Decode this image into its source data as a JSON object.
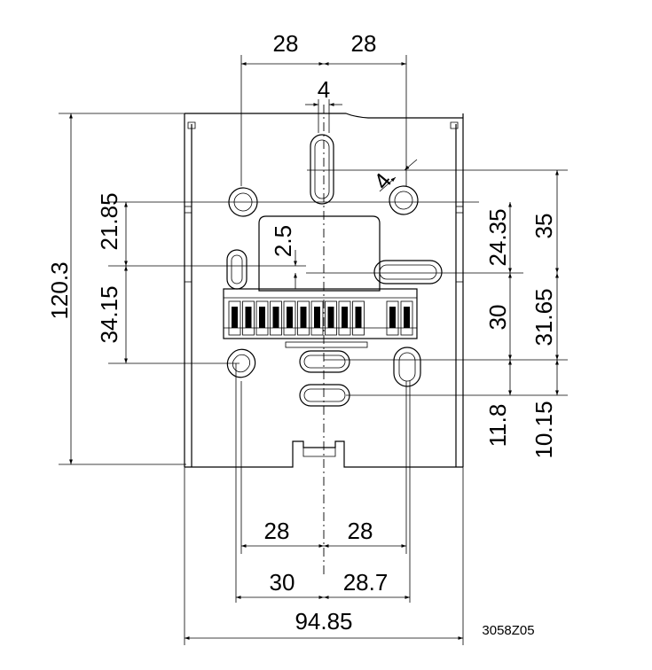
{
  "drawing_code": "3058Z05",
  "dimensions": {
    "top_left_28": "28",
    "top_right_28": "28",
    "slot_width_4": "4",
    "diag_4": "4",
    "height_120_3": "120.3",
    "left_21_85": "21.85",
    "left_34_15": "34.15",
    "offset_2_5": "2.5",
    "right_24_35": "24.35",
    "right_35": "35",
    "right_30": "30",
    "right_31_65": "31.65",
    "right_11_8": "11.8",
    "right_10_15": "10.15",
    "bottom_left_28": "28",
    "bottom_right_28": "28",
    "bottom_30": "30",
    "bottom_28_7": "28.7",
    "width_94_85": "94.85"
  }
}
